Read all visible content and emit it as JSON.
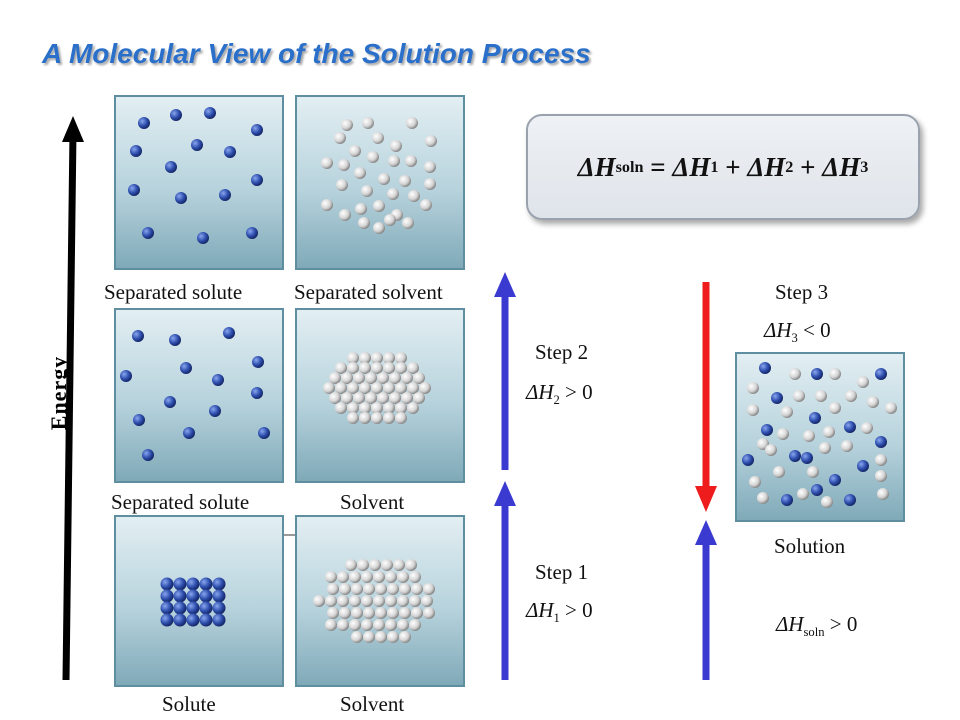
{
  "title": "A Molecular View of the Solution Process",
  "energy_label": "Energy",
  "equation": {
    "lhs": "ΔH",
    "lhs_sub": "soln",
    "eq": " = ",
    "t1": "ΔH",
    "t1_sub": "1",
    "p1": " + ",
    "t2": "ΔH",
    "t2_sub": "2",
    "p2": " + ",
    "t3": "ΔH",
    "t3_sub": "3"
  },
  "labels": {
    "sep_solute_top": "Separated solute",
    "sep_solvent_top": "Separated solvent",
    "sep_solute_mid": "Separated solute",
    "solvent_mid": "Solvent",
    "solute_bottom": "Solute",
    "solvent_bottom": "Solvent",
    "solution": "Solution"
  },
  "steps": {
    "step1": {
      "name": "Step 1",
      "dh": "ΔH",
      "sub": "1",
      "rel": " > 0"
    },
    "step2": {
      "name": "Step 2",
      "dh": "ΔH",
      "sub": "2",
      "rel": " > 0"
    },
    "step3": {
      "name": "Step 3",
      "dh": "ΔH",
      "sub": "3",
      "rel": " < 0"
    },
    "soln": {
      "dh": "ΔH",
      "sub": "soln",
      "rel": " > 0"
    }
  },
  "colors": {
    "solute": "#2e4fae",
    "solvent": "#d9d9d9",
    "arrow_blue": "#3a3ad0",
    "arrow_red": "#ee1c1c",
    "title": "#2a6fc9"
  }
}
